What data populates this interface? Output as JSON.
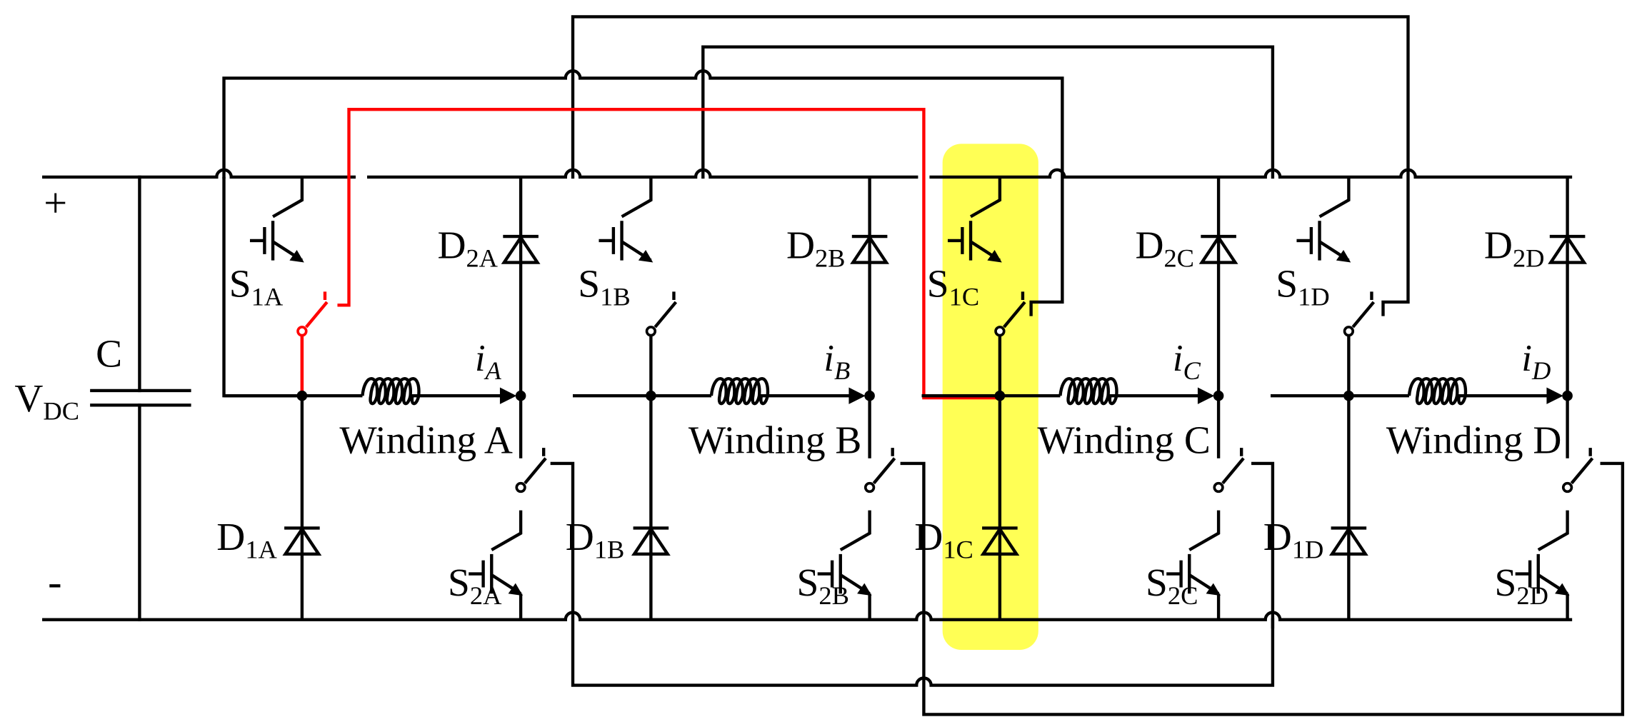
{
  "supply": {
    "label": "V",
    "sub": "DC",
    "plus": "+",
    "minus": "-"
  },
  "capacitor": {
    "label": "C"
  },
  "phases": [
    {
      "winding": "Winding A",
      "s1": {
        "m": "S",
        "s": "1A"
      },
      "s2": {
        "m": "S",
        "s": "2A"
      },
      "d1": {
        "m": "D",
        "s": "1A"
      },
      "d2": {
        "m": "D",
        "s": "2A"
      },
      "current": {
        "m": "i",
        "s": "A"
      }
    },
    {
      "winding": "Winding B",
      "s1": {
        "m": "S",
        "s": "1B"
      },
      "s2": {
        "m": "S",
        "s": "2B"
      },
      "d1": {
        "m": "D",
        "s": "1B"
      },
      "d2": {
        "m": "D",
        "s": "2B"
      },
      "current": {
        "m": "i",
        "s": "B"
      }
    },
    {
      "winding": "Winding C",
      "s1": {
        "m": "S",
        "s": "1C"
      },
      "s2": {
        "m": "S",
        "s": "2C"
      },
      "d1": {
        "m": "D",
        "s": "1C"
      },
      "d2": {
        "m": "D",
        "s": "2C"
      },
      "current": {
        "m": "i",
        "s": "C"
      }
    },
    {
      "winding": "Winding D",
      "s1": {
        "m": "S",
        "s": "1D"
      },
      "s2": {
        "m": "S",
        "s": "2D"
      },
      "d1": {
        "m": "D",
        "s": "1D"
      },
      "d2": {
        "m": "D",
        "s": "2D"
      },
      "current": {
        "m": "i",
        "s": "D"
      }
    }
  ],
  "colors": {
    "wire": "#000000",
    "active_path": "#ff0000",
    "highlight": "#ffff55"
  }
}
